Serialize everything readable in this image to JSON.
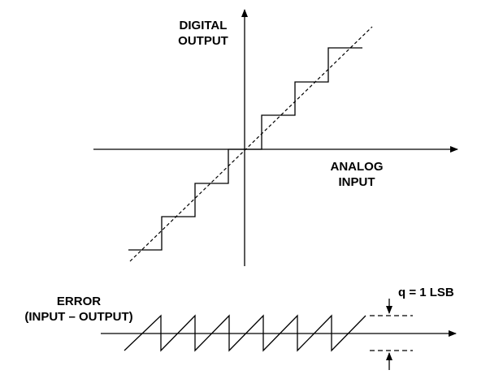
{
  "transfer_plot": {
    "y_axis_label": [
      "DIGITAL",
      "OUTPUT"
    ],
    "x_axis_label": [
      "ANALOG",
      "INPUT"
    ]
  },
  "error_plot": {
    "label": [
      "ERROR",
      "(INPUT – OUTPUT)"
    ],
    "quantization_label": "q = 1 LSB"
  },
  "colors": {
    "ink": "#000000",
    "background": "#ffffff"
  }
}
